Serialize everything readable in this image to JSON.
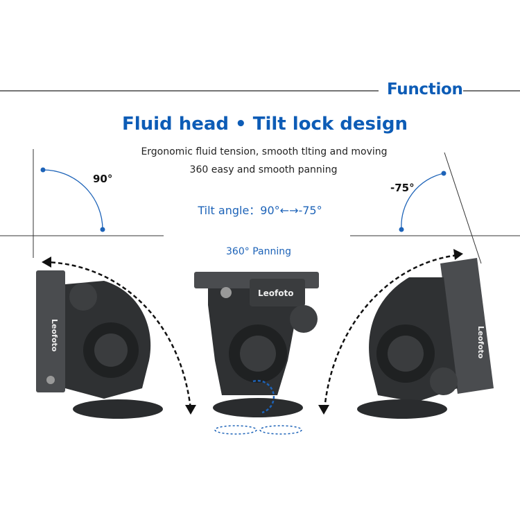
{
  "section_title": "Function",
  "headline": "Fluid head • Tilt lock design",
  "description": [
    "Ergonomic fluid tension, smooth tlting and moving",
    "360 easy and smooth panning"
  ],
  "tilt_angle": "Tilt angle：90°←→-75°",
  "panning_label": "360° Panning",
  "left_angle": "90°",
  "right_angle": "-75°",
  "brand": "Leofoto",
  "colors": {
    "accent": "#0d5cb6",
    "body": "#2f3133",
    "plate": "#4a4c4f"
  }
}
